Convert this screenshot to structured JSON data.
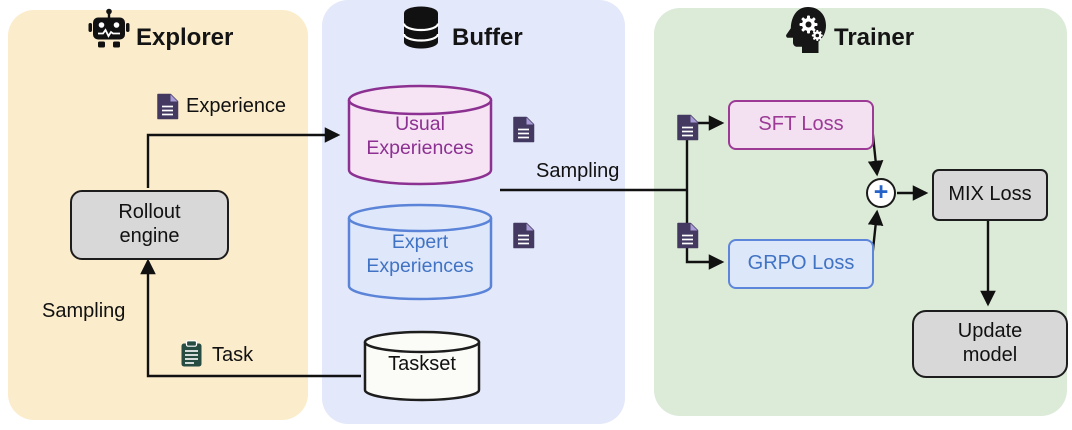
{
  "explorer": {
    "title": "Explorer",
    "experience_label": "Experience",
    "rollout_engine_label": "Rollout engine",
    "sampling_label": "Sampling",
    "task_label": "Task"
  },
  "buffer": {
    "title": "Buffer",
    "usual_label": "Usual Experiences",
    "expert_label": "Expert Experiences",
    "taskset_label": "Taskset",
    "sampling_label": "Sampling"
  },
  "trainer": {
    "title": "Trainer",
    "sft_label": "SFT Loss",
    "grpo_label": "GRPO Loss",
    "plus_label": "+",
    "mix_label": "MIX Loss",
    "update_label": "Update model"
  },
  "colors": {
    "explorer_bg": "#fbeccb",
    "buffer_bg": "#e3e8fa",
    "trainer_bg": "#dcead8",
    "usual_accent": "#8c3191",
    "expert_accent": "#4173c4",
    "sft_accent": "#9c3a96",
    "grpo_accent": "#4173c4",
    "gray_box": "#d8d8d8",
    "plus_color": "#2563c9",
    "arrow_color": "#111111"
  }
}
